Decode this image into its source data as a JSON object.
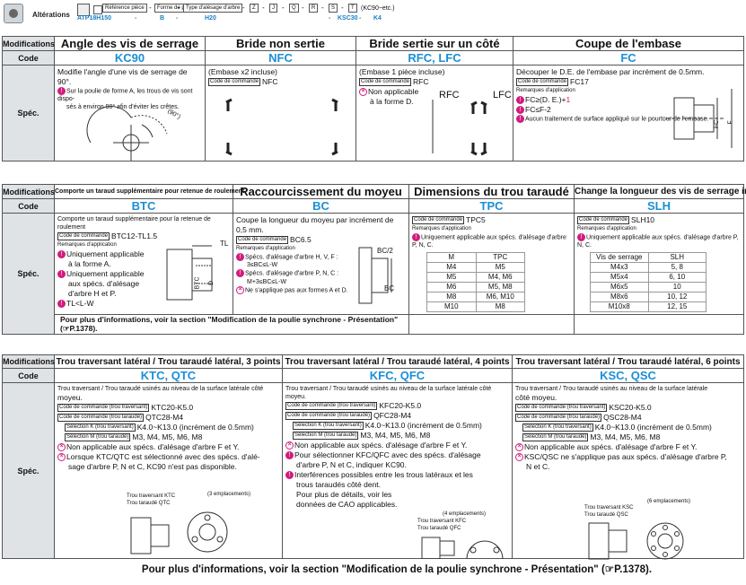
{
  "header": {
    "title": "Altérations",
    "chips": [
      "Référence pièce",
      "Forme de poulie",
      "Type d'alésage d'arbre",
      "Z",
      "J",
      "Q",
      "R",
      "S",
      "T"
    ],
    "tail": "(KC90~etc.)",
    "example": [
      "ATP18H150",
      "B",
      "H20",
      "KSC30",
      "K4"
    ]
  },
  "s1": {
    "lab_mod": "Modifications",
    "lab_code": "Code",
    "lab_spec": "Spéc.",
    "cols": [
      {
        "title": "Angle des vis de serrage",
        "code": "KC90"
      },
      {
        "title": "Bride non sertie",
        "code": "NFC"
      },
      {
        "title": "Bride sertie sur un côté",
        "code": "RFC, LFC"
      },
      {
        "title": "Coupe de l'embase",
        "code": "FC"
      }
    ],
    "kc90_l1": "Modifie l'angle d'une vis de serrage de 90°.",
    "kc90_l2": "Sur la poulie de forme A, les trous de vis sont dispo-",
    "kc90_l3": "sés à environ 90° afin d'éviter les crêtes.",
    "kc90_angle": "(90°)",
    "nfc_l1": "(Embase x2 incluse)",
    "nfc_box": "Code de commande",
    "nfc_val": "NFC",
    "rfc_l1": "(Embase 1 pièce incluse)",
    "rfc_box": "Code de commande",
    "rfc_val": "RFC",
    "rfc_l2": "Non applicable",
    "rfc_l3": "à la forme D.",
    "rfc_r": "RFC",
    "rfc_lbl": "LFC",
    "fc_l1": "Découper le D.E. de l'embase par incrément de 0.5mm.",
    "fc_box": "Code de commande",
    "fc_val": "FC17",
    "fc_rem": "Remarques d'application",
    "fc_c1": "FC≥(D. E.)+",
    "fc_c1b": "1",
    "fc_c2": "FC≤F-2",
    "fc_c3": "Aucun traitement de surface appliqué sur le pourtour de l'embase.",
    "fc_dimfc": "FC",
    "fc_dimf": "F"
  },
  "s2": {
    "lab_mod": "Modifications",
    "lab_code": "Code",
    "lab_spec": "Spéc.",
    "cols": [
      {
        "title": "Comporte un taraud supplémentaire pour retenue de roulement",
        "code": "BTC"
      },
      {
        "title": "Raccourcissement du moyeu",
        "code": "BC"
      },
      {
        "title": "Dimensions du trou taraudé",
        "code": "TPC"
      },
      {
        "title": "Change la longueur des vis de serrage incluses.",
        "code": "SLH"
      }
    ],
    "btc_l1": "Comporte un taraud supplémentaire pour la retenue de roulement",
    "btc_box": "Code de commande",
    "btc_val": "BTC12-TL1.5",
    "btc_rem": "Remarques d'application",
    "btc_c1": "Uniquement applicable",
    "btc_c1b": "à la forme A.",
    "btc_c2": "Uniquement applicable",
    "btc_c2b": "aux spécs. d'alésage",
    "btc_c2c": "d'arbre H et P.",
    "btc_c3": "TL<L-W",
    "btc_dimtl": "TL",
    "btc_dimbtc": "BTC",
    "btc_dimd": "D",
    "bc_l1": "Coupe la longueur du moyeu par incrément de 0,5 mm.",
    "bc_box": "Code de commande",
    "bc_val": "BC6.5",
    "bc_rem": "Remarques d'application",
    "bc_c1": "Spécs. d'alésage d'arbre H, V, F :",
    "bc_c1b": "3≤BC≤L-W",
    "bc_c2": "Spécs. d'alésage d'arbre P, N, C :",
    "bc_c2b": "M+3≤BC≤L-W",
    "bc_c3": "Ne s'applique pas aux formes A et D.",
    "bc_dim1": "BC/2",
    "bc_dim2": "BC",
    "tpc_box": "Code de commande",
    "tpc_val": "TPC5",
    "tpc_rem": "Remarques d'application",
    "tpc_c1": "Uniquement applicable aux spécs. d'alésage d'arbre P, N, C.",
    "tpc_head": [
      "M",
      "TPC"
    ],
    "tpc_rows": [
      [
        "M4",
        "M5"
      ],
      [
        "M5",
        "M4, M6"
      ],
      [
        "M6",
        "M5, M8"
      ],
      [
        "M8",
        "M6, M10"
      ],
      [
        "M10",
        "M8"
      ]
    ],
    "slh_box": "Code de commande",
    "slh_val": "SLH10",
    "slh_rem": "Remarques d'application",
    "slh_c1": "Uniquement applicable aux spécs. d'alésage d'arbre P, N, C.",
    "slh_head": [
      "Vis de serrage",
      "SLH"
    ],
    "slh_rows": [
      [
        "M4x3",
        "5, 8"
      ],
      [
        "M5x4",
        "6, 10"
      ],
      [
        "M6x5",
        "10"
      ],
      [
        "M8x6",
        "10, 12"
      ],
      [
        "M10x8",
        "12, 15"
      ]
    ],
    "note": "Pour plus d'informations, voir la section \"Modification de la poulie synchrone - Présentation\" (",
    "note_ref": "P.1378)."
  },
  "s3": {
    "lab_mod": "Modifications",
    "lab_code": "Code",
    "lab_spec": "Spéc.",
    "cols": [
      {
        "title": "Trou traversant latéral / Trou taraudé latéral, 3 points",
        "code": "KTC, QTC"
      },
      {
        "title": "Trou traversant latéral / Trou taraudé latéral, 4 points",
        "code": "KFC, QFC"
      },
      {
        "title": "Trou traversant latéral / Trou taraudé latéral, 6 points",
        "code": "KSC, QSC"
      }
    ],
    "k1_l1": "Trou traversant / Trou taraudé usinés au niveau de la surface latérale côté",
    "k1_l2": "moyeu.",
    "k1_b1": "Code de commande (trou traversant)",
    "k1_v1": "KTC20-K5.0",
    "k1_b2": "Code de commande (trou taraudé)",
    "k1_v2": "QTC28-M4",
    "k1_b3": "Sélection K (trou traversant)",
    "k1_v3": "K4.0~K13.0 (incrément de 0.5mm)",
    "k1_b4": "Sélection M (trou taraudé)",
    "k1_v4": "M3, M4, M5, M6, M8",
    "k1_x1": "Non applicable aux spécs. d'alésage d'arbre F et Y.",
    "k1_x2": "Lorsque KTC/QTC est sélectionné avec des spécs. d'alé-",
    "k1_x2b": "sage d'arbre P, N et C, KC90 n'est pas disponible.",
    "k1_fig1": "Trou traversant KTC",
    "k1_fig2": "Trou taraudé QTC",
    "k1_fig3": "(3 emplacements)",
    "k2_l1": "Trou traversant / Trou taraudé usinés au niveau de la surface latérale côté moyeu.",
    "k2_b1": "Code de commande (trou traversant)",
    "k2_v1": "KFC20-K5.0",
    "k2_b2": "Code de commande (trou taraudé)",
    "k2_v2": "QFC28-M4",
    "k2_b3": "Sélection K (trou traversant)",
    "k2_v3": "K4.0~K13.0 (incrément de 0.5mm)",
    "k2_b4": "Sélection M (trou taraudé)",
    "k2_v4": "M3, M4, M5, M6, M8",
    "k2_x1": "Non applicable aux spécs. d'alésage d'arbre F et Y.",
    "k2_c1": "Pour sélectionner KFC/QFC avec des spécs. d'alésage",
    "k2_c1b": "d'arbre P, N et C, indiquer KC90.",
    "k2_c2": "Interférences possibles entre les trous latéraux et les",
    "k2_c2b": "trous taraudés côté dent.",
    "k2_c2c": "Pour plus de détails, voir les",
    "k2_c2d": "données de CAO applicables.",
    "k2_fig1": "Trou traversant KFC",
    "k2_fig2": "Trou taraudé QFC",
    "k2_fig3": "(4 emplacements)",
    "k3_l1": "Trou traversant / Trou taraudé usinés au niveau de la surface latérale",
    "k3_l2": "côté moyeu.",
    "k3_b1": "Code de commande (trou traversant)",
    "k3_v1": "KSC20-K5.0",
    "k3_b2": "Code de commande (trou taraudé)",
    "k3_v2": "QSC28-M4",
    "k3_b3": "Sélection K (trou traversant)",
    "k3_v3": "K4.0~K13.0 (incrément de 0.5mm)",
    "k3_b4": "Sélection M (trou taraudé)",
    "k3_v4": "M3, M4, M5, M6, M8",
    "k3_x1": "Non applicable aux spécs. d'alésage d'arbre F et Y.",
    "k3_x2": "KSC/QSC ne s'applique pas aux spécs. d'alésage d'arbre P,",
    "k3_x2b": "N et C.",
    "k3_fig1": "Trou traversant KSC",
    "k3_fig2": "Trou taraudé QSC",
    "k3_fig3": "(6 emplacements)",
    "note": "Pour plus d'informations, voir la section \"Modification de la poulie synchrone - Présentation\" (",
    "note_ref": "P.1378)."
  }
}
